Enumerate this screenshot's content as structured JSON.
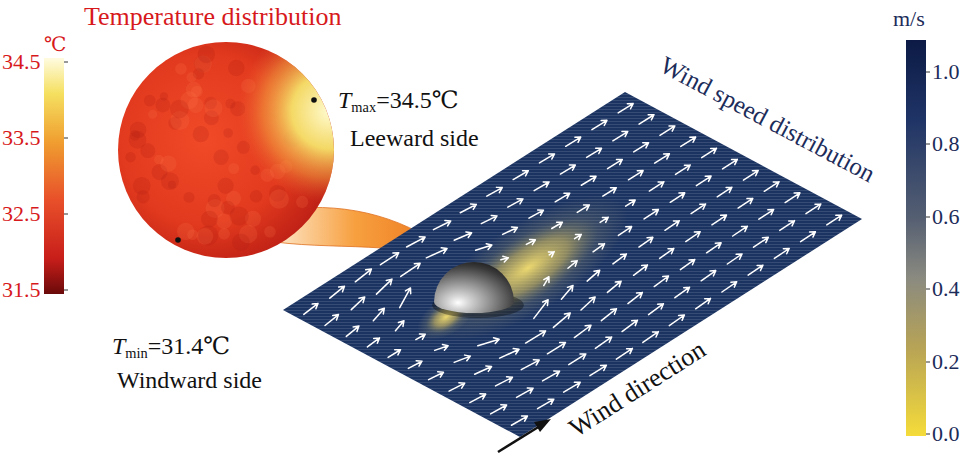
{
  "diagram": {
    "labels": [
      "Temperature distribution",
      "℃",
      "34.5",
      "33.5",
      "32.5",
      "31.5",
      "Tmax=34.5℃",
      "Leeward side",
      "Tmin=31.4℃",
      "Windward side",
      "Wind speed distribution",
      "Wind direction",
      "m/s",
      "1.0",
      "0.8",
      "0.6",
      "0.4",
      "0.2",
      "0.0"
    ]
  }
}
